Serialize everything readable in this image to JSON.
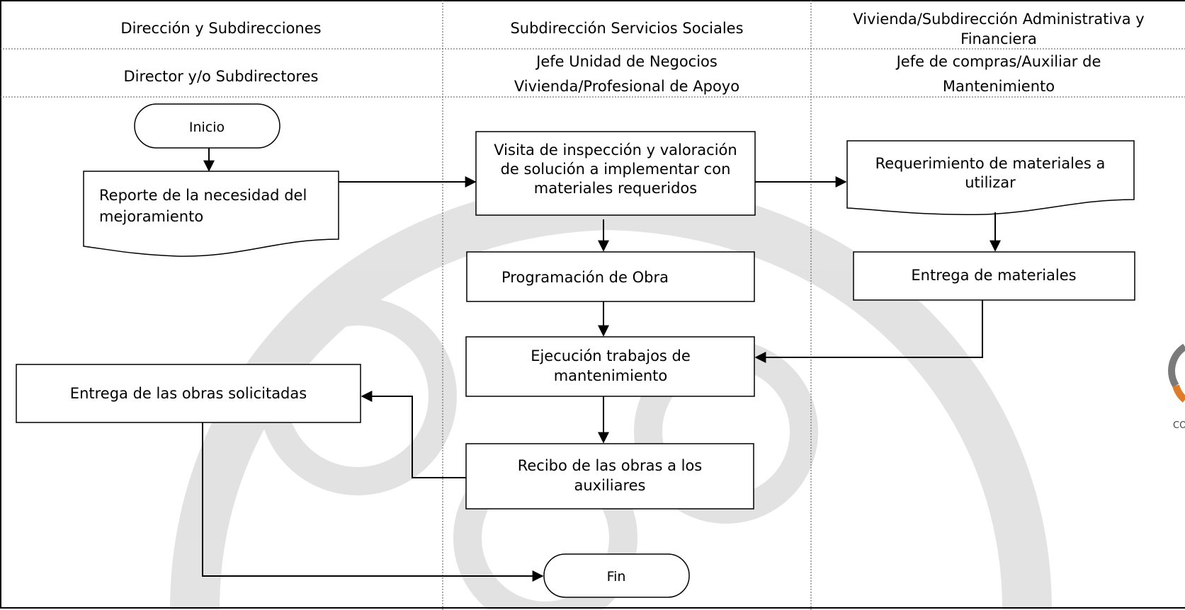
{
  "lanes": {
    "headers": [
      {
        "row1": "Dirección y Subdirecciones",
        "row2": "Director y/o Subdirectores"
      },
      {
        "row1": "Subdirección Servicios Sociales",
        "row2_l1": "Jefe Unidad de Negocios",
        "row2_l2": "Vivienda/Profesional de Apoyo"
      },
      {
        "row1_l1": "Vivienda/Subdirección Administrativa y",
        "row1_l2": "Financiera",
        "row2_l1": "Jefe de compras/Auxiliar de",
        "row2_l2": "Mantenimiento"
      }
    ]
  },
  "nodes": {
    "inicio": "Inicio",
    "reporte_l1": "Reporte  de  la  necesidad  del",
    "reporte_l2": "mejoramiento",
    "visita_l1": "Visita de inspección y valoración",
    "visita_l2": "de solución a implementar con",
    "visita_l3": "materiales requeridos",
    "requerimiento_l1": "Requerimiento de materiales a",
    "requerimiento_l2": "utilizar",
    "programacion": "Programación de Obra",
    "entrega_materiales": "Entrega de materiales",
    "ejecucion_l1": "Ejecución trabajos de",
    "ejecucion_l2": "mantenimiento",
    "entrega_obras": "Entrega  de las obras solicitadas",
    "recibo_l1": "Recibo de las obras a los",
    "recibo_l2": "auxiliares",
    "fin": "Fin"
  },
  "logo": {
    "partial_text": "CO"
  },
  "colors": {
    "line": "#000000",
    "watermark": "#d9d9d9",
    "grid": "#555555"
  }
}
